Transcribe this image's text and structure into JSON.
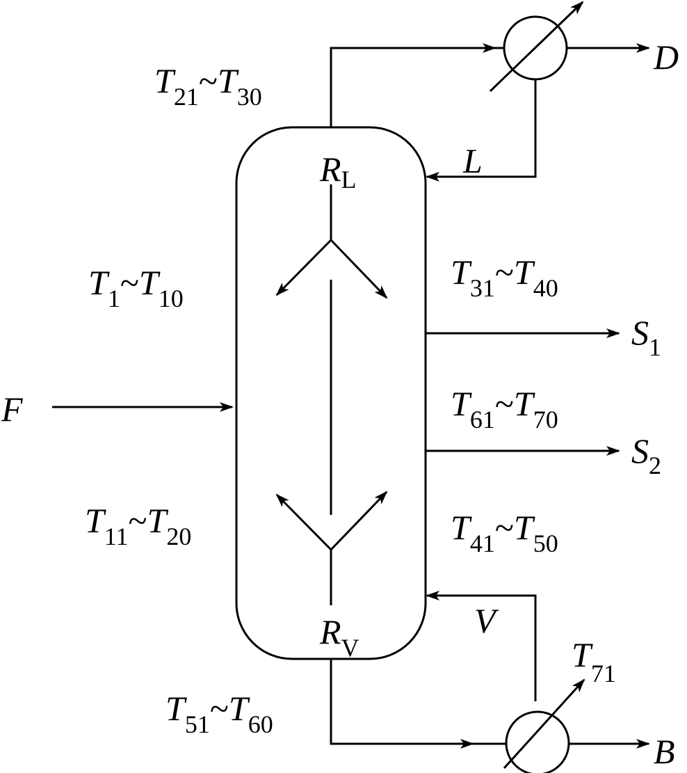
{
  "diagram": {
    "type": "distillation-column-flowsheet",
    "column": {
      "top_label": {
        "main": "R",
        "sub": "L"
      },
      "bottom_label": {
        "main": "R",
        "sub": "V"
      }
    },
    "streams": {
      "feed": "F",
      "distillate": "D",
      "bottoms": "B",
      "reflux": "L",
      "boilup": "V",
      "side_1": {
        "main": "S",
        "sub": "1"
      },
      "side_2": {
        "main": "S",
        "sub": "2"
      }
    },
    "sensor_groups": [
      {
        "id": "top",
        "from": "21",
        "to": "30",
        "tilde": "~",
        "sym": "T"
      },
      {
        "id": "upper-left",
        "from": "1",
        "to": "10",
        "tilde": "~",
        "sym": "T"
      },
      {
        "id": "lower-left",
        "from": "11",
        "to": "20",
        "tilde": "~",
        "sym": "T"
      },
      {
        "id": "bottom",
        "from": "51",
        "to": "60",
        "tilde": "~",
        "sym": "T"
      },
      {
        "id": "right-upper",
        "from": "31",
        "to": "40",
        "tilde": "~",
        "sym": "T"
      },
      {
        "id": "right-middle",
        "from": "61",
        "to": "70",
        "tilde": "~",
        "sym": "T"
      },
      {
        "id": "right-lower",
        "from": "41",
        "to": "50",
        "tilde": "~",
        "sym": "T"
      }
    ],
    "reboiler_sensor": {
      "main": "T",
      "sub": "71"
    }
  }
}
